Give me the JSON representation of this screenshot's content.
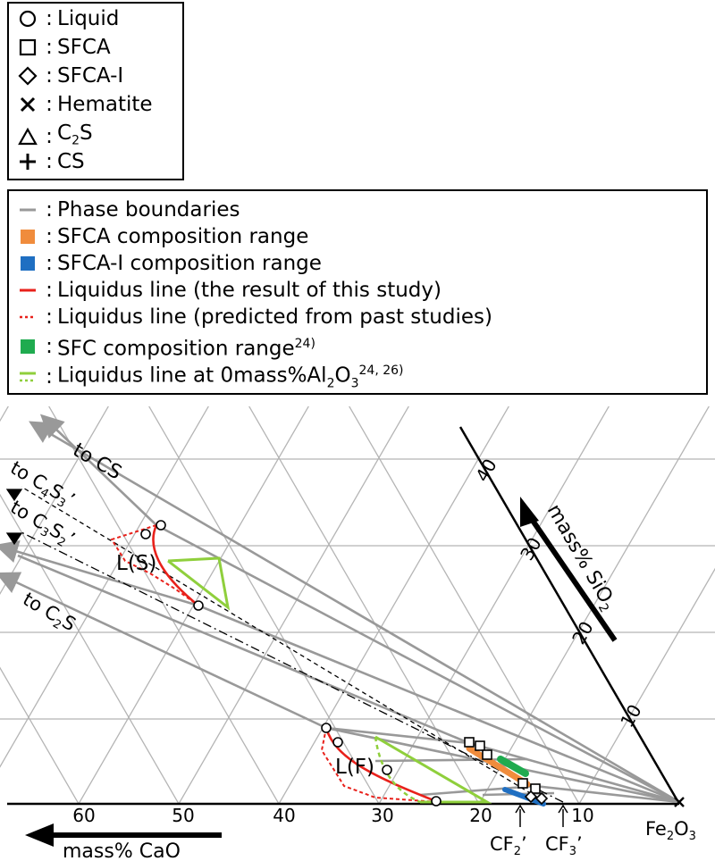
{
  "legend_markers": [
    {
      "symbol": "circle-icon",
      "label": "Liquid"
    },
    {
      "symbol": "square-icon",
      "label": "SFCA"
    },
    {
      "symbol": "diamond-icon",
      "label": "SFCA-I"
    },
    {
      "symbol": "cross-icon",
      "label": "Hematite"
    },
    {
      "symbol": "triangle-icon",
      "label_main": "C",
      "label_sub": "2",
      "label_tail": "S"
    },
    {
      "symbol": "plus-icon",
      "label": "CS"
    }
  ],
  "legend_lines": [
    {
      "label": "Phase boundaries",
      "color": "#999999"
    },
    {
      "label": "SFCA composition range",
      "color": "#f08c3c"
    },
    {
      "label": "SFCA-I composition range",
      "color": "#1f6fc2"
    },
    {
      "label": "Liquidus line (the result of this study)",
      "color": "#e8211b"
    },
    {
      "label": "Liquidus line (predicted from past studies)",
      "color": "#e8211b"
    },
    {
      "label": "SFC composition range",
      "sup": "24)",
      "color": "#1fab4f"
    },
    {
      "label_main": "Liquidus line at 0mass%Al",
      "sub1": "2",
      "mid": "O",
      "sub2": "3",
      "sup": "24, 26)",
      "color": "#8fcf3c"
    }
  ],
  "diagram": {
    "cao_ticks": [
      "60",
      "50",
      "40",
      "30",
      "20",
      "10"
    ],
    "sio2_ticks": [
      "40",
      "30",
      "20",
      "10"
    ],
    "cao_axis_label": "mass% CaO",
    "sio2_axis_label": "mass% SiO",
    "sio2_axis_sub": "2",
    "fe2o3_label_main": "Fe",
    "fe2o3_sub1": "2",
    "fe2o3_mid": "O",
    "fe2o3_sub2": "3",
    "to_cs": "to CS",
    "to_c4s3": {
      "main": "to C",
      "s1": "4",
      "mid": "S",
      "s2": "3",
      "tail": "’"
    },
    "to_c3s2": {
      "main": "to C",
      "s1": "3",
      "mid": "S",
      "s2": "2",
      "tail": "’"
    },
    "to_c2s": {
      "main": "to C",
      "s1": "2",
      "tail": "S"
    },
    "region_ls": "L(S)",
    "region_lf": "L(F)",
    "cf2": {
      "main": "CF",
      "sub": "2",
      "tail": "’"
    },
    "cf3": {
      "main": "CF",
      "sub": "3",
      "tail": "’"
    },
    "colors": {
      "grid": "#b5b5b5",
      "boundary": "#999999",
      "red": "#e8211b",
      "green": "#8fcf3c",
      "orange": "#f08c3c",
      "blue": "#1f6fc2",
      "sfc": "#1fab4f"
    }
  }
}
